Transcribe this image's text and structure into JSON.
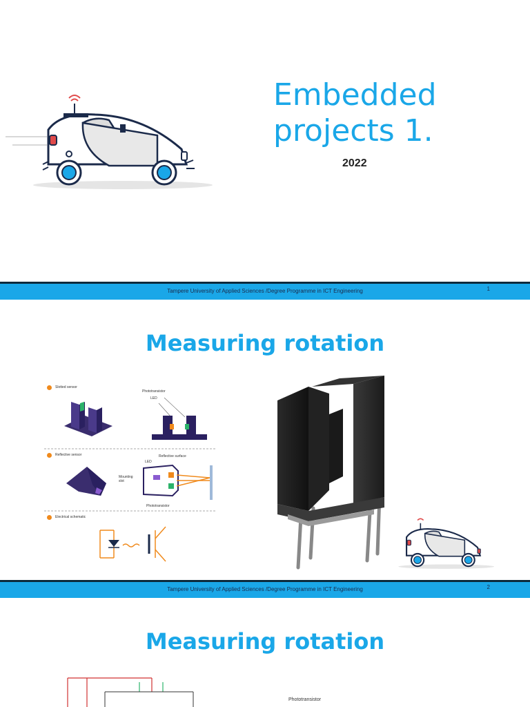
{
  "slide1": {
    "title_line1": "Embedded",
    "title_line2": "projects 1.",
    "year": "2022",
    "footer": "Tampere University of Applied Sciences /Degree Programme in ICT Engineering",
    "page": "1"
  },
  "slide2": {
    "title": "Measuring rotation",
    "labels": {
      "slotted": "Slotted sensor",
      "phototransistor": "Phototransistor",
      "led": "LED",
      "reflective_sensor": "Reflective sensor",
      "reflective_surface": "Reflective surface",
      "led2": "LED",
      "mounting_slot": "Mounting slot",
      "phototransistor2": "Phototransistor",
      "electrical": "Electrical schematic"
    },
    "footer": "Tampere University of Applied Sciences /Degree Programme in ICT Engineering",
    "page": "2"
  },
  "slide3": {
    "title": "Measuring rotation",
    "label_phototransistor": "Phototransistor"
  },
  "colors": {
    "accent": "#1aa7e8",
    "dark": "#0d2a3c",
    "orange": "#f08a1c"
  }
}
